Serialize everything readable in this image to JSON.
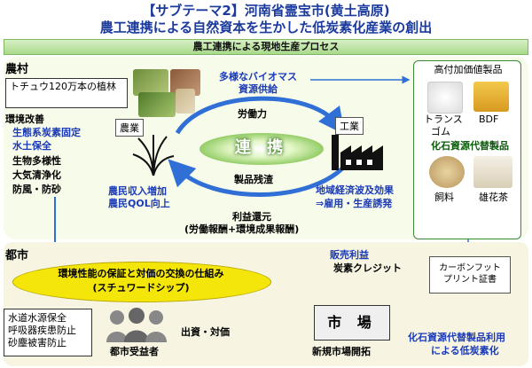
{
  "title": {
    "line1": "【サブテーマ2】河南省霊宝市(黄土高原)",
    "line2": "農工連携による自然資本を生かした低炭素化産業の創出"
  },
  "process_bar": "農工連携による現地生産プロセス",
  "rural": {
    "label": "農村",
    "field_box": "トチュウ120万本の植林",
    "env_title": "環境改善",
    "env_items": [
      "生態系炭素固定",
      "水土保全",
      "生物多様性",
      "大気清浄化",
      "防風・防砂"
    ],
    "agri": "農業",
    "industry": "工業",
    "biomass_line1": "多様なバイオマス",
    "biomass_line2": "資源供給",
    "labor": "労働力",
    "center": "連 携",
    "residue": "製品残渣",
    "income_line1": "農民収入増加",
    "income_line2": "農民QOL向上",
    "ripple_line1": "地域経済波及効果",
    "ripple_line2": "⇒雇用・生産誘発",
    "profit_line1": "利益還元",
    "profit_line2": "(労働報酬+環境成果報酬)"
  },
  "products": {
    "title": "高付加価値製品",
    "item1_line1": "トランス",
    "item1_line2": "ゴム",
    "item2": "BDF",
    "alt_label": "化石資源代替製品",
    "item3": "飼料",
    "item4": "雄花茶"
  },
  "city": {
    "label": "都市",
    "mechanism_line1": "環境性能の保証と対価の交換の仕組み",
    "mechanism_line2": "(スチュワードシップ)",
    "benefits": [
      "水道水源保全",
      "呼吸器疾患防止",
      "砂塵被害防止"
    ],
    "beneficiary": "都市受益者",
    "invest": "出資・対価",
    "sales_line1": "販売利益",
    "sales_line2": "炭素クレジット",
    "carbon_line1": "カーボンフット",
    "carbon_line2": "プリント証書",
    "market": "市 場",
    "new_market": "新規市場開拓",
    "lowcarbon_line1": "化石資源代替製品利用",
    "lowcarbon_line2": "による低炭素化"
  },
  "colors": {
    "title": "#1a3a9c",
    "blue_text": "#1a3ab8",
    "rural_bg": "#f7fbe9",
    "city_bg": "#f7f5e2",
    "arrow": "#2f6fd6",
    "oval": "#f5e60a"
  },
  "icons": {
    "agriculture": "grass-plant-icon",
    "industry": "factory-icon",
    "beneficiaries": "people-group-icon"
  }
}
